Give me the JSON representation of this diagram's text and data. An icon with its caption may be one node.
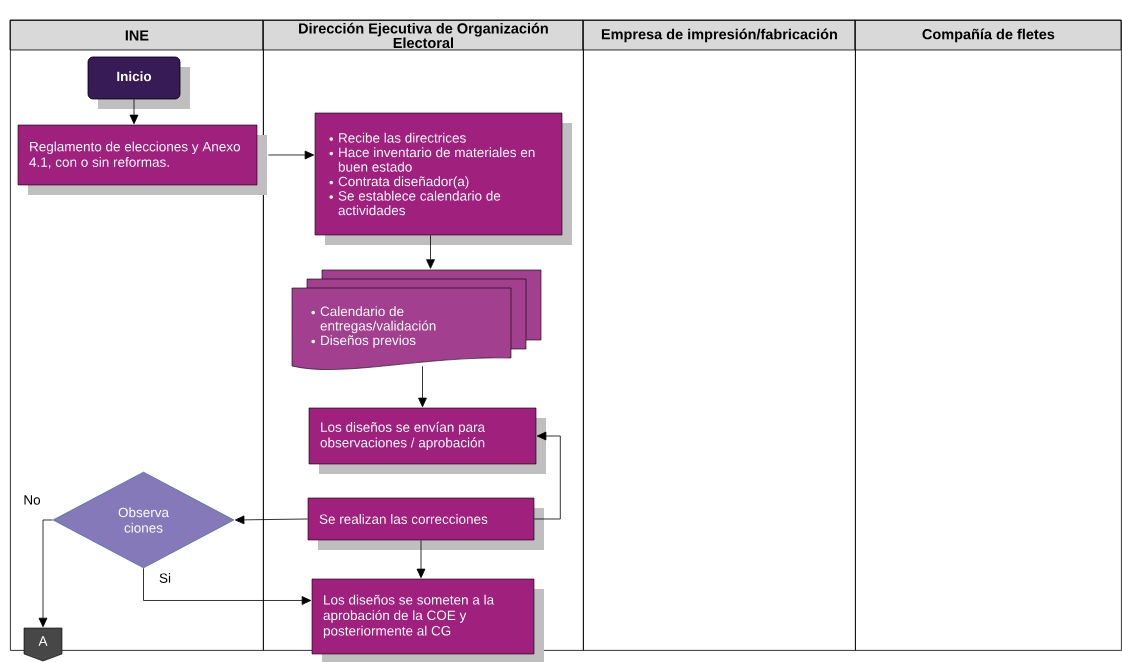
{
  "diagram": {
    "nodes": [
      {
        "text": [
          "INE"
        ]
      },
      {
        "text": [
          "Dirección Ejecutiva de Organización Electoral"
        ]
      },
      {
        "text": [
          "Empresa de impresión/fabricación"
        ]
      },
      {
        "text": [
          "Compañía de fletes"
        ]
      },
      {
        "text": [
          "Inicio"
        ],
        "in": 0
      },
      {
        "text": [
          "Reglamento de elecciones y Anexo 4.1, con o sin reformas."
        ],
        "in": 0
      },
      {
        "text": [
          "Recibe las directrices",
          "Hace inventario de materiales en buen estado",
          "Contrata diseñador(a)",
          "Se establece calendario de actividades"
        ],
        "in": 1
      },
      {
        "text": [
          "Calendario de entregas/validación",
          "Diseños previos"
        ],
        "in": 1
      },
      {
        "text": [
          "Los diseños se envían para observaciones / aprobación"
        ],
        "in": 1
      },
      {
        "text": [
          "Observa ciones"
        ],
        "in": 0
      },
      {
        "text": [
          "Se realizan las correcciones"
        ],
        "in": 1
      },
      {
        "text": [
          "Los diseños se someten a la aprobación de la COE y posteriormente al CG"
        ],
        "in": 1
      },
      {
        "text": [
          "A"
        ],
        "in": 0
      }
    ],
    "edges": [
      {
        "from": 4,
        "to": 5,
        "arrow": "to"
      },
      {
        "from": 5,
        "to": 6,
        "arrow": "to"
      },
      {
        "from": 6,
        "to": 7,
        "arrow": "to"
      },
      {
        "from": 7,
        "to": 8,
        "arrow": "to"
      },
      {
        "from": 10,
        "to": 8,
        "arrow": "to"
      },
      {
        "from": 10,
        "to": 9,
        "arrow": "to"
      },
      {
        "from": 9,
        "to": 12,
        "arrow": "to",
        "label": "No"
      },
      {
        "from": 9,
        "to": 11,
        "arrow": "to",
        "label": "Si"
      },
      {
        "from": 10,
        "to": 11,
        "arrow": "to"
      }
    ]
  }
}
